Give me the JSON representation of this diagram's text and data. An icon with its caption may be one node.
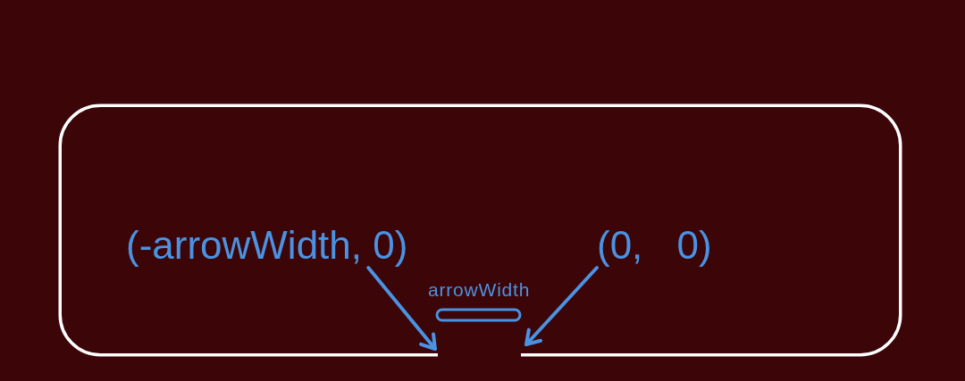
{
  "diagram": {
    "nodes": [
      {
        "text": [],
        "shape": "box"
      },
      {
        "text": [
          "(-arrowWidth, 0)"
        ],
        "in": 0
      },
      {
        "text": [
          "(0, 0)"
        ],
        "in": 0
      },
      {
        "text": [],
        "shape": "bar",
        "in": 0,
        "beside": [
          "arrowWidth"
        ]
      }
    ],
    "edges": [
      {
        "from": 1,
        "to": 0,
        "arrow": "to"
      },
      {
        "from": 2,
        "to": 0,
        "arrow": "to"
      }
    ]
  }
}
